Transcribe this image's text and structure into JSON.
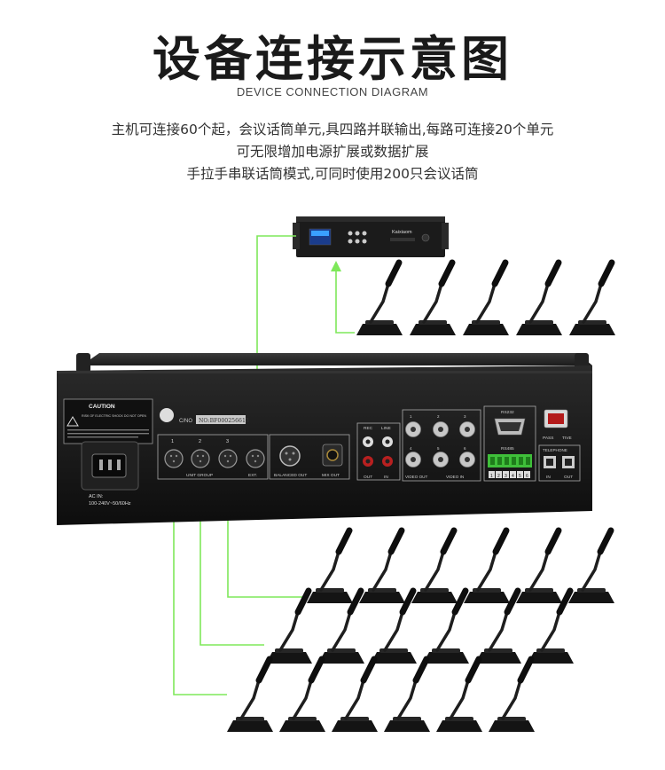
{
  "header": {
    "title": "设备连接示意图",
    "subtitle": "DEVICE CONNECTION DIAGRAM",
    "lines": [
      "主机可连接60个起，会议话筒单元,具四路并联输出,每路可连接20个单元",
      "可无限增加电源扩展或数据扩展",
      "手拉手串联话筒模式,可同时使用200只会议话筒"
    ]
  },
  "extension_unit": {
    "brand": "Kaixiaom"
  },
  "rear_panel": {
    "caution": "CAUTION",
    "warning": "RISK OF ELECTRIC SHOCK DO NOT OPEN",
    "cno_label": "C/NO",
    "serial": "NO:BF000256613",
    "ac_in": "AC IN:",
    "ac_spec": "100-240V~50/60Hz",
    "unit_numbers": [
      "1",
      "2",
      "3"
    ],
    "unit_group": "UNIT GROUP",
    "ext": "EXT.",
    "balanced_out": "BALANCED OUT",
    "mix_out": "MIX OUT",
    "rec": "REC",
    "line": "LINE",
    "out": "OUT",
    "in": "IN",
    "video_out": "VIDEO OUT",
    "video_in": "VIDEO IN",
    "bnc_numbers": [
      "1",
      "2",
      "3",
      "4",
      "5",
      "6"
    ],
    "rs232": "RS232",
    "rs485": "RS485",
    "rs485_pins": [
      "1",
      "2",
      "3",
      "4",
      "5",
      "6"
    ],
    "telephone": "TELEPHONE",
    "pass": "PASS",
    "tive": "TIVE"
  },
  "colors": {
    "wire": "#7ee85a",
    "chassis": "#161616",
    "background": "#ffffff"
  },
  "microphones": {
    "top_row": 5,
    "row1": 6,
    "row2": 6,
    "row3": 6
  }
}
